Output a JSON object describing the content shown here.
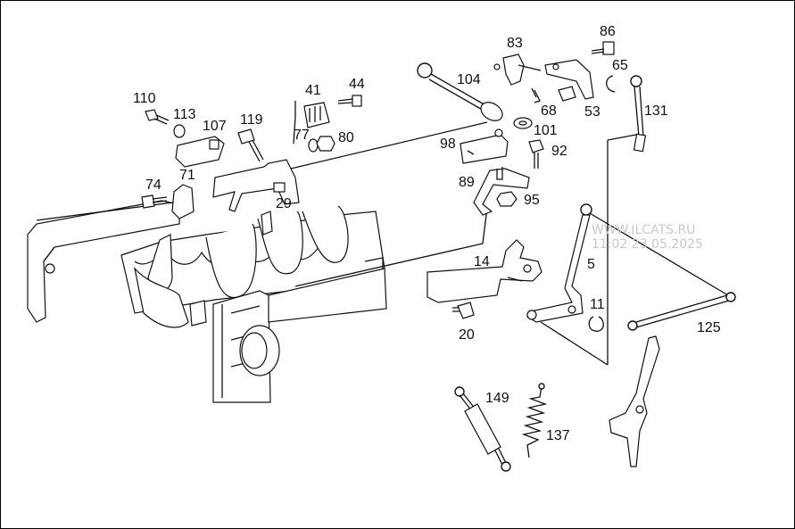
{
  "watermark": {
    "site": "WWW.ILCATS.RU",
    "timestamp": "11:02 23.05.2025"
  },
  "callouts": [
    {
      "id": "86",
      "text": "86"
    },
    {
      "id": "83",
      "text": "83"
    },
    {
      "id": "65",
      "text": "65"
    },
    {
      "id": "104",
      "text": "104"
    },
    {
      "id": "131",
      "text": "131"
    },
    {
      "id": "68",
      "text": "68"
    },
    {
      "id": "53",
      "text": "53"
    },
    {
      "id": "101",
      "text": "101"
    },
    {
      "id": "98",
      "text": "98"
    },
    {
      "id": "92",
      "text": "92"
    },
    {
      "id": "89",
      "text": "89"
    },
    {
      "id": "95",
      "text": "95"
    },
    {
      "id": "41",
      "text": "41"
    },
    {
      "id": "44",
      "text": "44"
    },
    {
      "id": "110",
      "text": "110"
    },
    {
      "id": "113",
      "text": "113"
    },
    {
      "id": "107",
      "text": "107"
    },
    {
      "id": "119",
      "text": "119"
    },
    {
      "id": "77",
      "text": "77"
    },
    {
      "id": "80",
      "text": "80"
    },
    {
      "id": "74",
      "text": "74"
    },
    {
      "id": "71",
      "text": "71"
    },
    {
      "id": "29",
      "text": "29"
    },
    {
      "id": "14",
      "text": "14"
    },
    {
      "id": "5",
      "text": "5"
    },
    {
      "id": "11",
      "text": "11"
    },
    {
      "id": "20",
      "text": "20"
    },
    {
      "id": "125",
      "text": "125"
    },
    {
      "id": "149",
      "text": "149"
    },
    {
      "id": "137",
      "text": "137"
    }
  ]
}
